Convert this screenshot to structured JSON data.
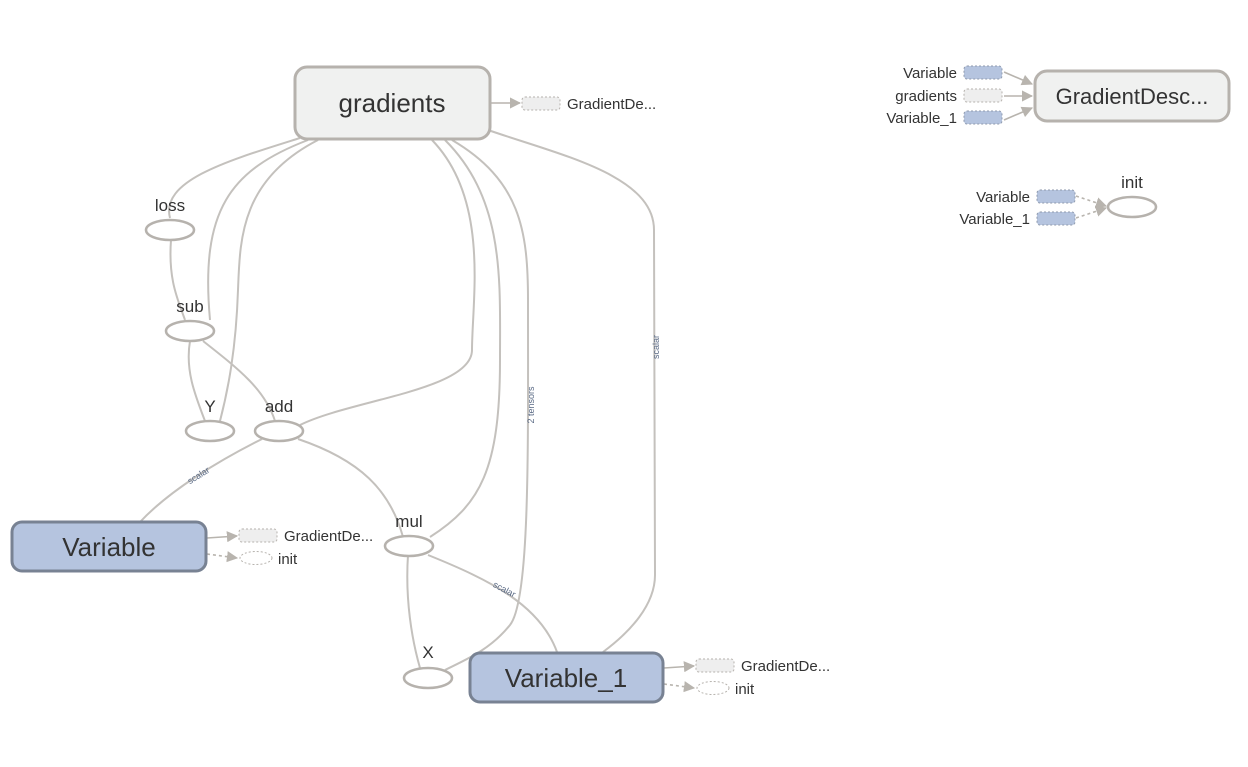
{
  "colors": {
    "variable_fill": "#b5c4df",
    "variable_stroke": "#788293",
    "meta_fill": "#f0f1f0",
    "meta_stroke": "#b6b2ad",
    "edge": "#c4c1bd",
    "edge_label": "#5a6a85"
  },
  "nodes": {
    "gradients": "gradients",
    "variable": "Variable",
    "variable_1": "Variable_1",
    "gradient_descent": "GradientDesc...",
    "init": "init",
    "loss": "loss",
    "sub": "sub",
    "y": "Y",
    "add": "add",
    "mul": "mul",
    "x": "X"
  },
  "auxiliary": {
    "gradients_out": "GradientDe...",
    "variable_out_1": "GradientDe...",
    "variable_out_2": "init",
    "variable_1_out_1": "GradientDe...",
    "variable_1_out_2": "init",
    "gd_in_1": "Variable",
    "gd_in_2": "gradients",
    "gd_in_3": "Variable_1",
    "init_in_1": "Variable",
    "init_in_2": "Variable_1"
  },
  "edge_labels": {
    "add_variable": "scalar",
    "mul_variable_1": "scalar",
    "gradients_x": "2 tensors",
    "gradients_variable_1": "scalar"
  }
}
